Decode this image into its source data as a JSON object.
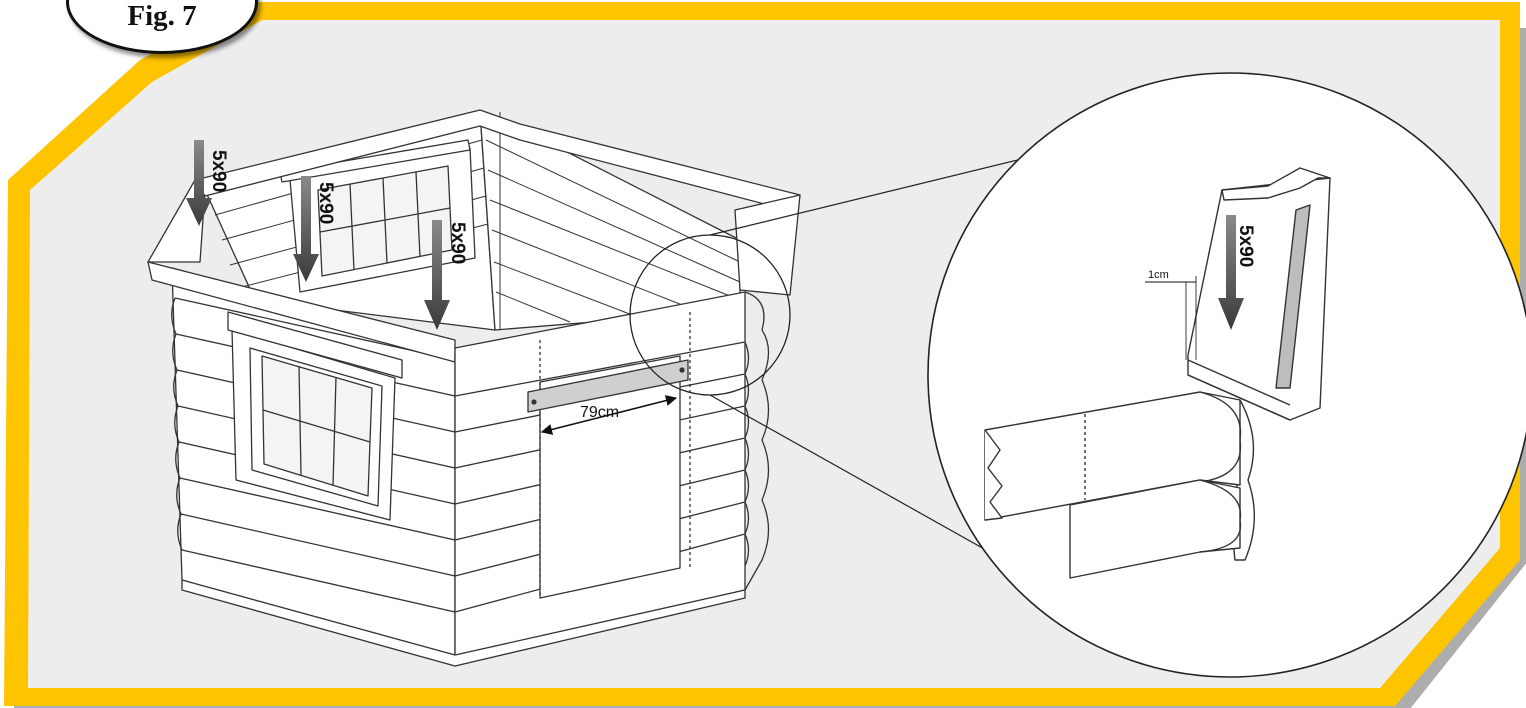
{
  "figure": {
    "label": "Fig. 7"
  },
  "fasteners": [
    {
      "label": "5x90"
    },
    {
      "label": "5x90"
    },
    {
      "label": "5x90"
    },
    {
      "label": "5x90"
    }
  ],
  "dimensions": {
    "door_width": "79cm",
    "gap": "1cm"
  },
  "colors": {
    "frame": "#ffc400",
    "panel": "#ededed",
    "line": "#333333",
    "arrow": "#4d4d4d"
  }
}
